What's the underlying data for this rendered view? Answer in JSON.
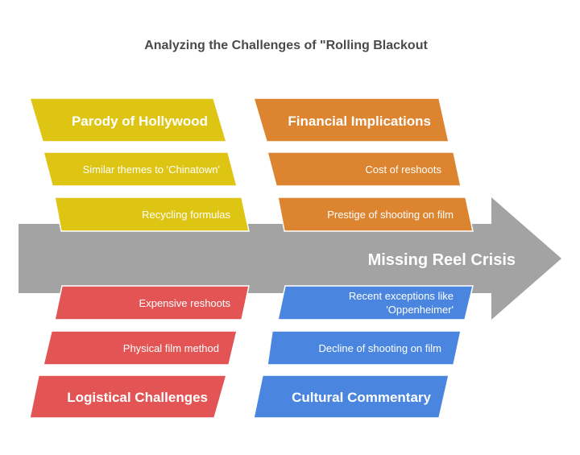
{
  "title": "Analyzing the Challenges of \"Rolling Blackout",
  "spine": {
    "label": "Missing Reel Crisis",
    "color": "#A3A3A3"
  },
  "categories": [
    {
      "id": "parody",
      "position": "top-left",
      "label": "Parody of Hollywood",
      "color": "#DFC513",
      "causes": [
        "Similar themes to 'Chinatown'",
        "Recycling formulas"
      ]
    },
    {
      "id": "financial",
      "position": "top-right",
      "label": "Financial Implications",
      "color": "#DD8430",
      "causes": [
        "Cost of reshoots",
        "Prestige of shooting on film"
      ]
    },
    {
      "id": "logistical",
      "position": "bottom-left",
      "label": "Logistical Challenges",
      "color": "#E35555",
      "causes": [
        "Expensive reshoots",
        "Physical film method"
      ]
    },
    {
      "id": "cultural",
      "position": "bottom-right",
      "label": "Cultural Commentary",
      "color": "#4A86E0",
      "causes": [
        "Recent exceptions like",
        "'Oppenheimer'",
        "Decline of shooting on film"
      ]
    }
  ]
}
